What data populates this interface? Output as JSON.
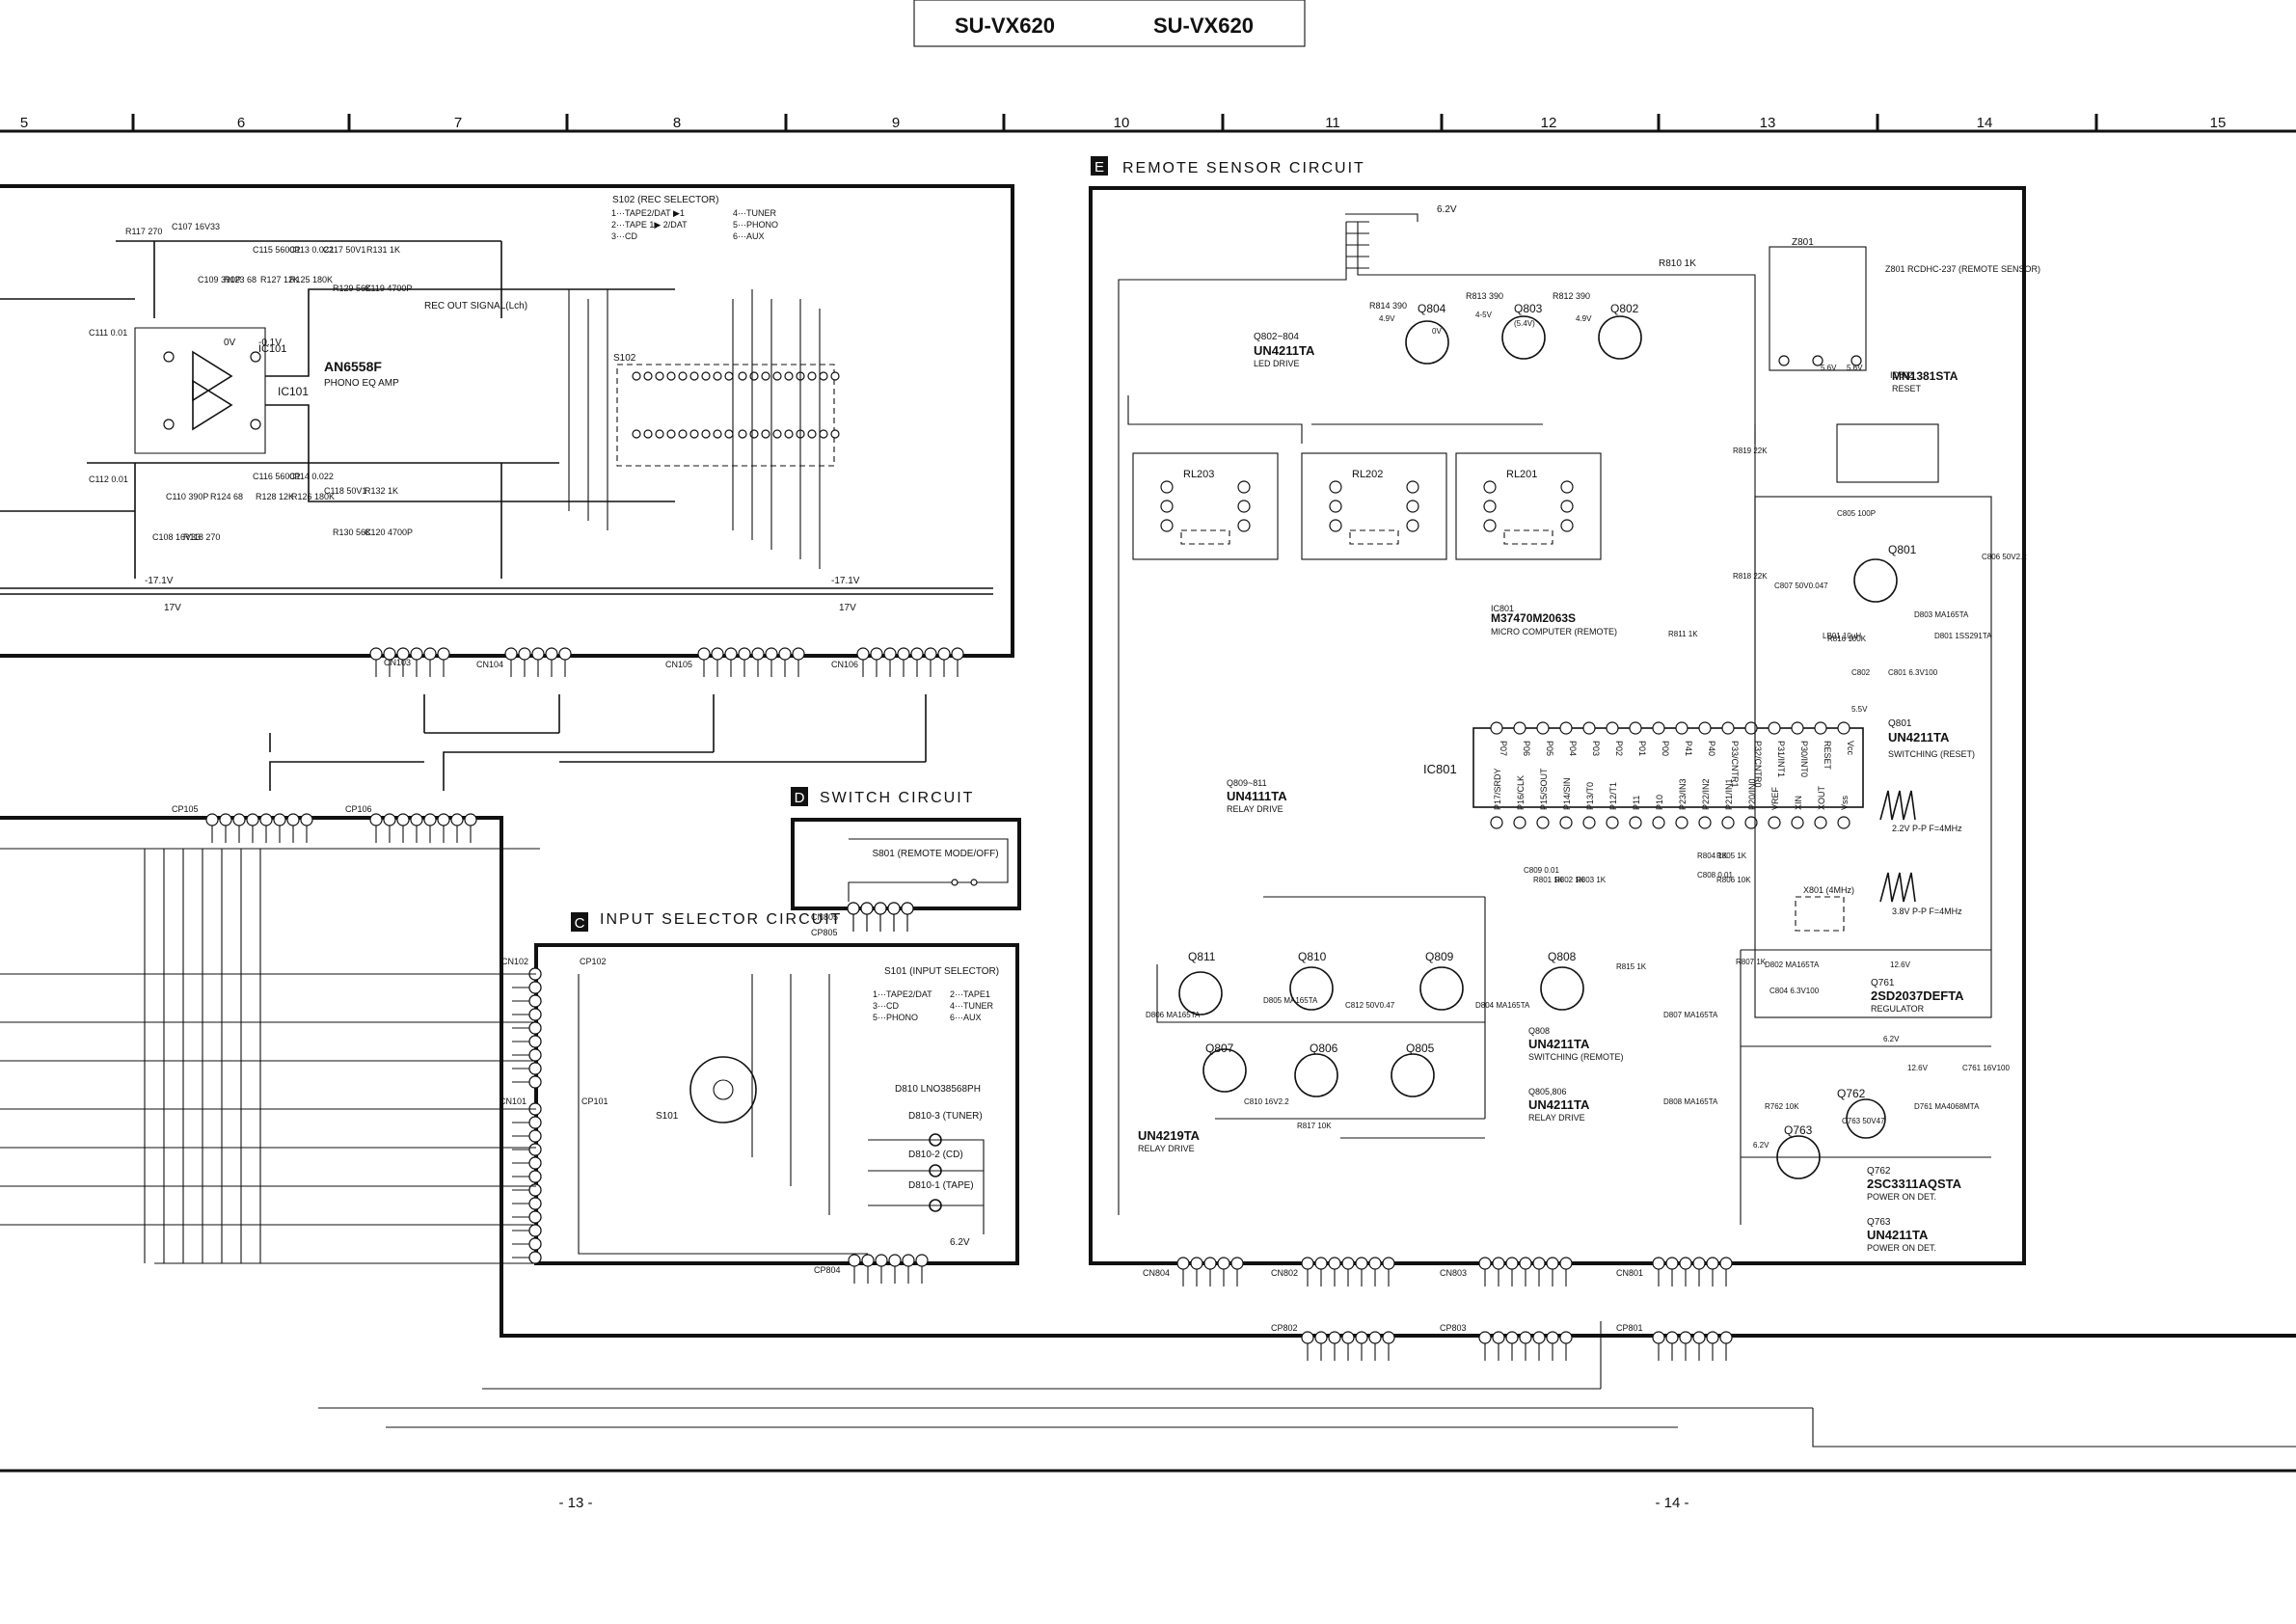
{
  "header": {
    "model_left": "SU-VX620",
    "model_right": "SU-VX620"
  },
  "grid_columns": [
    "5",
    "6",
    "7",
    "8",
    "9",
    "10",
    "11",
    "12",
    "13",
    "14",
    "15"
  ],
  "page_numbers": [
    "- 13 -",
    "- 14 -"
  ],
  "sections": {
    "remote_sensor": {
      "letter": "E",
      "title": "REMOTE SENSOR CIRCUIT"
    },
    "switch": {
      "letter": "D",
      "title": "SWITCH CIRCUIT"
    },
    "input_selector": {
      "letter": "C",
      "title": "INPUT SELECTOR CIRCUIT"
    }
  },
  "phono": {
    "ic_ref": "IC101",
    "ic_part": "AN6558F",
    "ic_desc": "PHONO EQ AMP",
    "ic_label": "IC101",
    "components": [
      "R117 270",
      "C107 16V33",
      "C115 5600P",
      "C113 0.022",
      "C117 50V1",
      "R131 1K",
      "C109 390P",
      "R123 68",
      "R127 12K",
      "R125 180K",
      "R129 56K",
      "C119 4700P",
      "C111 0.01",
      "C110 390P",
      "R124 68",
      "R128 12K",
      "R126 180K",
      "C116 5600P",
      "C114 0.022",
      "C118 50V1",
      "R132 1K",
      "R130 56K",
      "C120 4700P",
      "C108 16V33",
      "R118 270",
      "C112 0.01"
    ],
    "rails": [
      "-17.1V",
      "17V",
      "-17.1V",
      "17V",
      "-0.1V",
      "0V"
    ]
  },
  "s102": {
    "title": "S102 (REC SELECTOR)",
    "items": [
      "1···TAPE2/DAT ▶1",
      "2···TAPE 1▶ 2/DAT",
      "3···CD",
      "4···TUNER",
      "5···PHONO",
      "6···AUX"
    ],
    "rec_out": "REC OUT SIGNAL(Lch)",
    "ref": "S102"
  },
  "connectors": [
    "CN103",
    "CN104",
    "CN105",
    "CN106",
    "CP105",
    "CP106",
    "CN102",
    "CP102",
    "CN101",
    "CP101",
    "CN805",
    "CP805",
    "CP804",
    "CN804",
    "CN802",
    "CN803",
    "CN801",
    "CP802",
    "CP803",
    "CP801"
  ],
  "switch_circuit": {
    "s801": "S801 (REMOTE MODE/OFF)"
  },
  "input_selector": {
    "s101_title": "S101 (INPUT SELECTOR)",
    "s101_items": [
      "1···TAPE2/DAT",
      "2···TAPE1",
      "3···CD",
      "4···TUNER",
      "5···PHONO",
      "6···AUX"
    ],
    "d810": "D810 LNO38568PH",
    "leds": [
      "D810-3 (TUNER)",
      "D810-2 (CD)",
      "D810-1 (TAPE)"
    ],
    "s101_ref": "S101",
    "supply": "6.2V"
  },
  "remote": {
    "supply_top": "6.2V",
    "r810": "R810 1K",
    "led_resistors": [
      "R814 390",
      "R813 390",
      "R812 390"
    ],
    "transistors_top": [
      "Q804",
      "Q803",
      "Q802"
    ],
    "q802_804": "Q802~804",
    "q802_804_part": "UN4211TA",
    "q802_804_desc": "LED DRIVE",
    "z801_ref": "Z801",
    "z801_desc": "Z801 RCDHC-237 (REMOTE SENSOR)",
    "ic802_ref": "IC802",
    "ic802_part": "MN1381STA",
    "ic802_desc": "RESET",
    "relays": [
      "RL203",
      "RL202",
      "RL201"
    ],
    "ic801_ref": "IC801",
    "ic801_part": "M37470M2063S",
    "ic801_desc": "MICRO COMPUTER (REMOTE)",
    "ic801_top_pins": [
      "P07",
      "P06",
      "P05",
      "P04",
      "P03",
      "P02",
      "P01",
      "P00",
      "P41",
      "P40",
      "P33/CNTR1",
      "P32/CNTR0",
      "P31/INT1",
      "P30/INT0",
      "RESET",
      "Vcc"
    ],
    "ic801_bottom_pins": [
      "P17/SRDY",
      "P16/CLK",
      "P15/SOUT",
      "P14/SIN",
      "P13/T0",
      "P12/T1",
      "P11",
      "P10",
      "P23/IN3",
      "P22/IN2",
      "P21/IN1",
      "P20/IN0",
      "VREF",
      "XIN",
      "XOUT",
      "Vss"
    ],
    "q809_811": "Q809~811",
    "q809_811_part": "UN4111TA",
    "q809_811_desc": "RELAY DRIVE",
    "q801_part": "UN4211TA",
    "q801_desc": "SWITCHING (RESET)",
    "q801_label": "Q801",
    "q801_ref": "Q801",
    "x801": "X801 (4MHz)",
    "waveforms": [
      "2.2V P-P  F=4MHz",
      "3.8V P-P  F=4MHz"
    ],
    "q808": "Q808",
    "q808_part": "UN4211TA",
    "q808_desc": "SWITCHING (REMOTE)",
    "q805_806": "Q805,806",
    "q805_806_part": "UN4211TA",
    "q805_806_desc": "RELAY DRIVE",
    "q807_part": "UN4219TA",
    "q807_desc": "RELAY DRIVE",
    "q807_label": "Q807",
    "q761": "Q761",
    "q761_part": "2SD2037DEFTA",
    "q761_desc": "REGULATOR",
    "q762": "Q762",
    "q762_part": "2SC3311AQSTA",
    "q762_desc": "POWER ON DET.",
    "q763": "Q763",
    "q763_part": "UN4211TA",
    "q763_desc": "POWER ON DET.",
    "misc_labels": [
      "R816 100K",
      "LB01 10μH",
      "D801 1SS291TA",
      "C802",
      "C801 6.3V100",
      "C806 50V2.2",
      "C805 100P",
      "D803 MA165TA",
      "C807 50V0.047",
      "R819 22K",
      "R818 22K",
      "R811 1K",
      "R815 1K",
      "R817 10K",
      "R762 10K",
      "C761 16V100",
      "D761 MA4068MTA",
      "C763 50V47",
      "C804 6.3V100",
      "D802 MA165TA",
      "D807 MA165TA",
      "D808 MA165TA",
      "D806 MA165TA",
      "D805 MA165TA",
      "D804 MA165TA",
      "C812 50V0.47",
      "C810 16V2.2",
      "C809 0.01",
      "C808 0.01",
      "R801 1K",
      "R802 1K",
      "R803 1K",
      "R804 1K",
      "R805 1K",
      "R806 10K",
      "R807 1K"
    ],
    "voltages": [
      "5.6V",
      "5.6V",
      "12.6V",
      "12.6V",
      "6.2V",
      "6.2V",
      "5.5V",
      "4.9V",
      "4.9V",
      "4-5V",
      "(5.4V)",
      "0V"
    ],
    "q810_label": "Q810",
    "q809_label": "Q809",
    "q811_label": "Q811",
    "q806_label": "Q806",
    "q805_label": "Q805"
  }
}
